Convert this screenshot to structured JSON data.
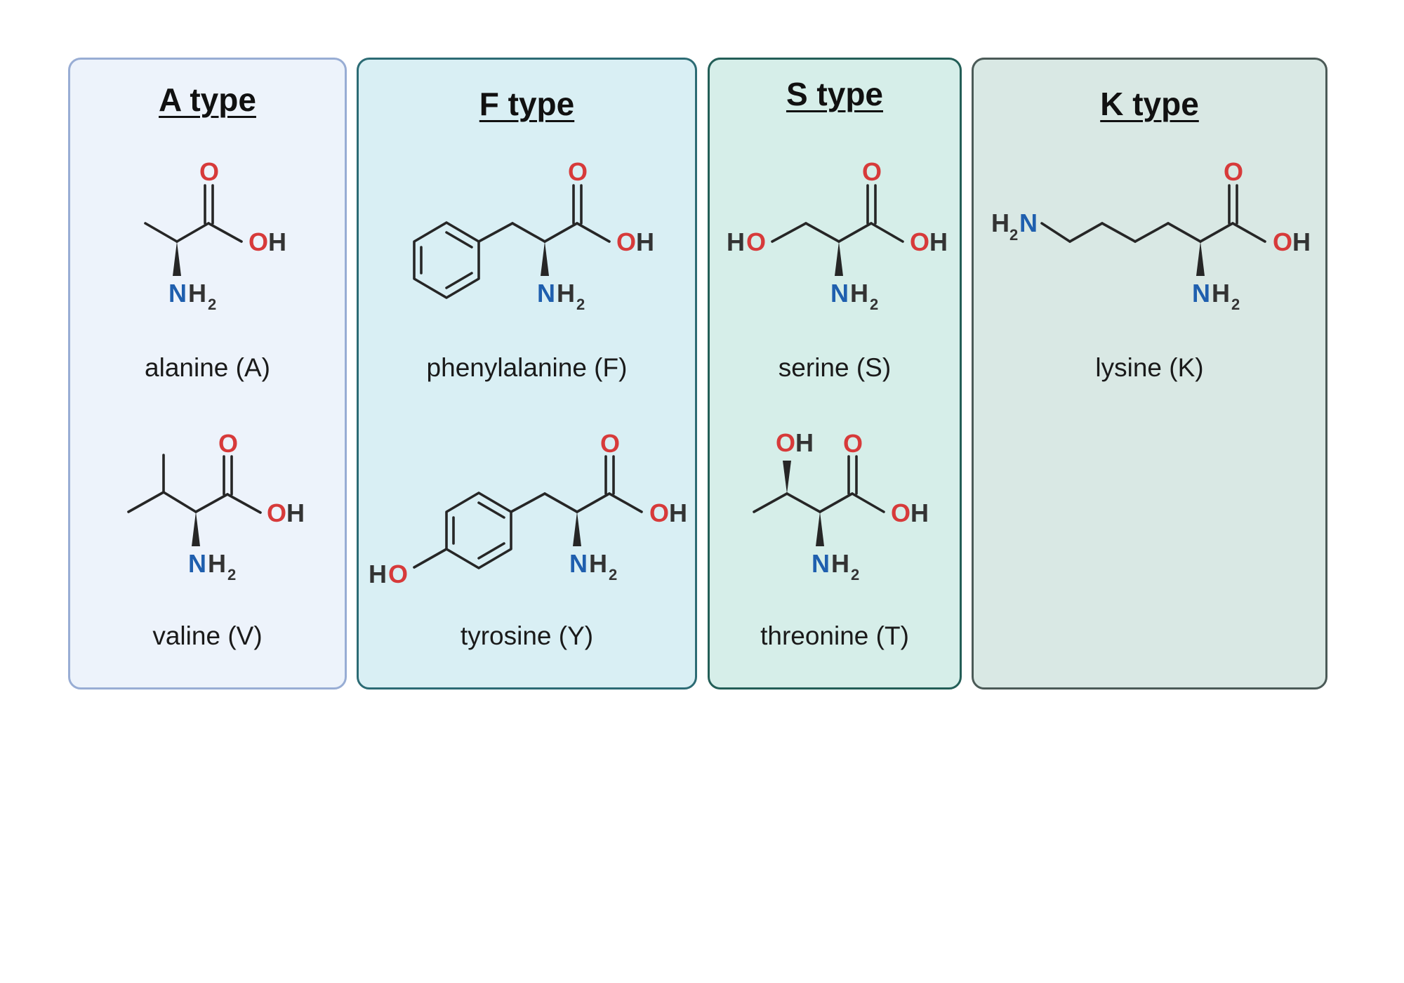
{
  "panels": [
    {
      "title": "A type",
      "molecules": [
        "alanine (A)",
        "valine (V)"
      ]
    },
    {
      "title": "F type",
      "molecules": [
        "phenylalanine (F)",
        "tyrosine (Y)"
      ]
    },
    {
      "title": "S type",
      "molecules": [
        "serine (S)",
        "threonine (T)"
      ]
    },
    {
      "title": "K type",
      "molecules": [
        "lysine (K)"
      ]
    }
  ],
  "atoms": {
    "O": "O",
    "H": "H",
    "N": "N",
    "sub2": "2"
  },
  "colors": {
    "oxygen": "#d73a3a",
    "nitrogen": "#1f5fae",
    "a_panel": "#edf3fb",
    "f_panel": "#d9eff4",
    "s_panel": "#d6eee9",
    "k_panel": "#d9e8e4"
  }
}
